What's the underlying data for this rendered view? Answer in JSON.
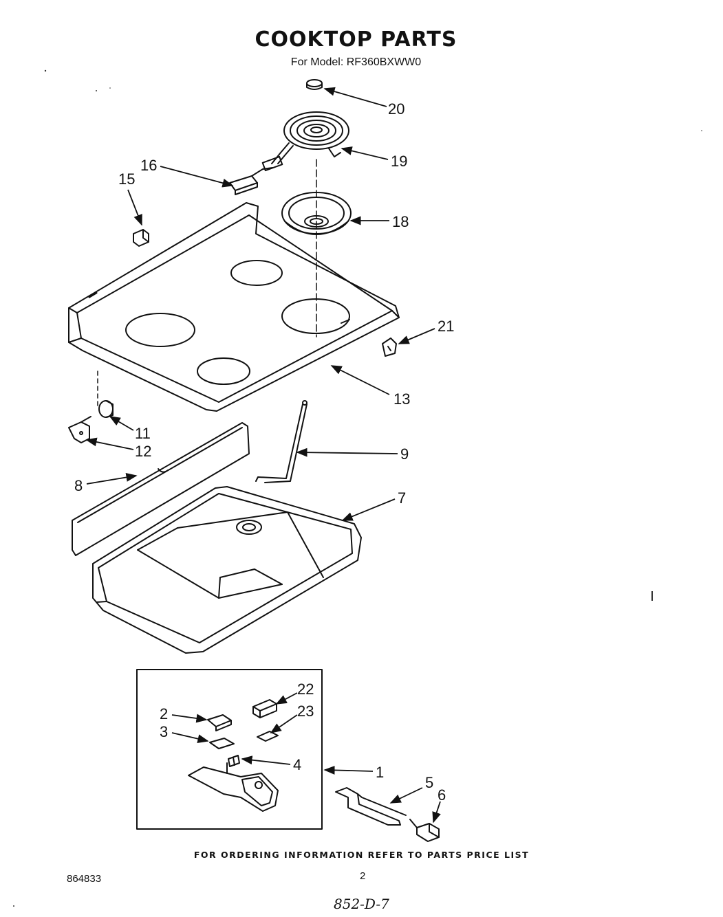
{
  "header": {
    "title": "COOKTOP PARTS",
    "model_line": "For Model: RF360BXWW0"
  },
  "callouts": {
    "c1": "1",
    "c2": "2",
    "c3": "3",
    "c4": "4",
    "c5": "5",
    "c6": "6",
    "c7": "7",
    "c8": "8",
    "c9": "9",
    "c11": "11",
    "c12": "12",
    "c13": "13",
    "c15": "15",
    "c16": "16",
    "c18": "18",
    "c19": "19",
    "c20": "20",
    "c21": "21",
    "c22": "22",
    "c23": "23"
  },
  "footer": {
    "ordering_note": "FOR ORDERING INFORMATION REFER TO PARTS PRICE LIST",
    "doc_number": "864833",
    "page_number": "2",
    "handwritten_code": "852-D-7"
  }
}
